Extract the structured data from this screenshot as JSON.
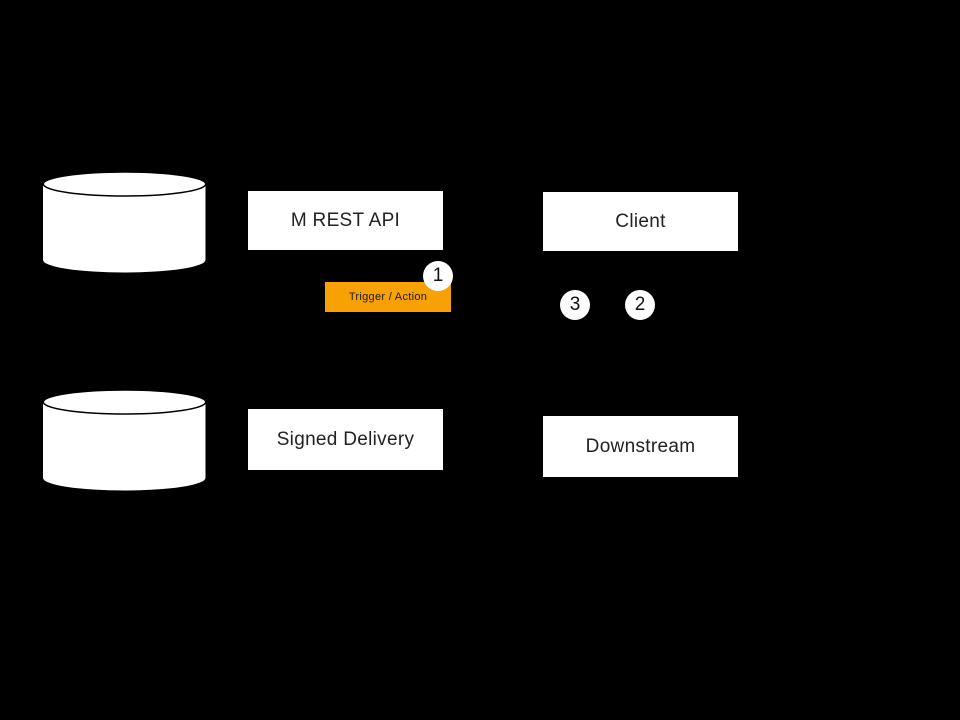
{
  "colors": {
    "background": "#000000",
    "node_bg": "#ffffff",
    "node_text": "#222222",
    "stroke": "#000000",
    "tag_bg": "#f7a104",
    "tag_text": "#1a1a1a",
    "badge_bg": "#ffffff",
    "badge_text": "#111111"
  },
  "nodes": {
    "m_rest_api": {
      "label": "M REST API"
    },
    "client": {
      "label": "Client"
    },
    "signed_delivery": {
      "label": "Signed Delivery"
    },
    "downstream": {
      "label": "Downstream"
    }
  },
  "tag": {
    "label": "Trigger / Action"
  },
  "badges": {
    "one": "1",
    "two": "2",
    "three": "3"
  }
}
